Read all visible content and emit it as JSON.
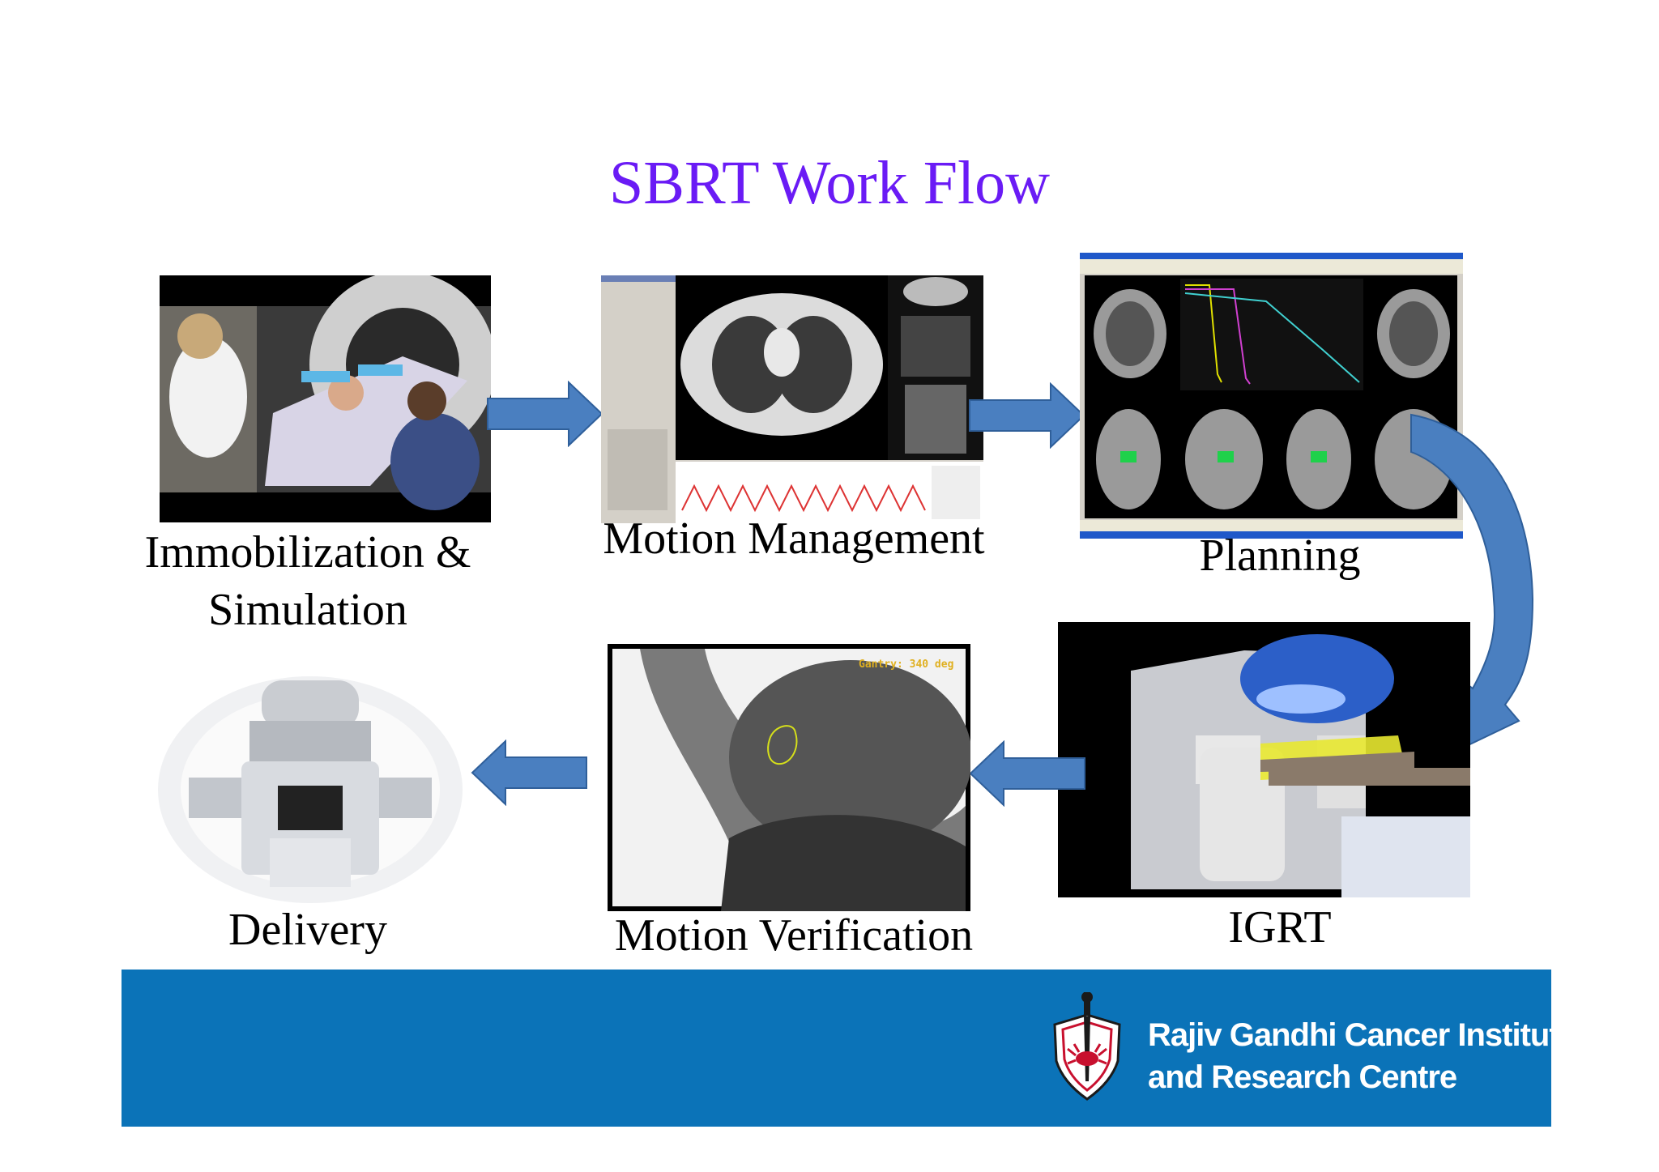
{
  "title": "SBRT Work Flow",
  "steps": [
    {
      "id": "immobilization",
      "label_line1": "Immobilization &",
      "label_line2": "Simulation"
    },
    {
      "id": "motion-management",
      "label": "Motion Management"
    },
    {
      "id": "planning",
      "label": "Planning"
    },
    {
      "id": "igrt",
      "label": "IGRT"
    },
    {
      "id": "motion-verification",
      "label": "Motion Verification",
      "overlay_text": "Gantry: 340 deg"
    },
    {
      "id": "delivery",
      "label": "Delivery"
    }
  ],
  "footer": {
    "org_line1": "Rajiv Gandhi Cancer Institute",
    "org_line2": "and Research Centre"
  },
  "colors": {
    "title": "#6a1bf5",
    "arrow": "#4a7fc0",
    "arrow_outline": "#2f5f9a",
    "footer": "#0b73b8"
  }
}
